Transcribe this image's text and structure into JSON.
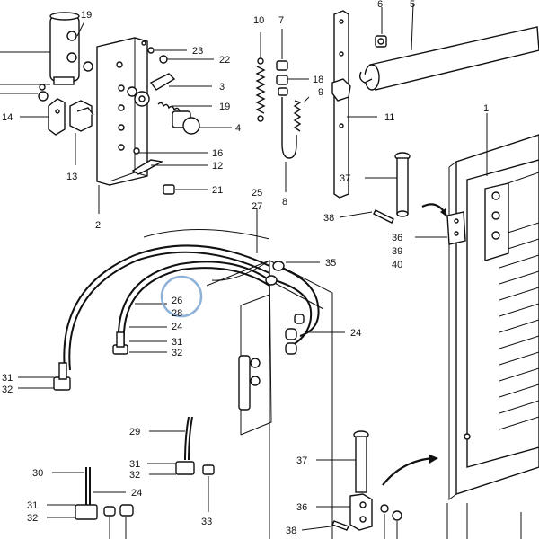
{
  "highlight_color": "#8fb2d9",
  "callouts": [
    {
      "id": "c19a",
      "text": "19"
    },
    {
      "id": "c14",
      "text": "14"
    },
    {
      "id": "c13",
      "text": "13"
    },
    {
      "id": "c2",
      "text": "2"
    },
    {
      "id": "c23",
      "text": "23"
    },
    {
      "id": "c22",
      "text": "22"
    },
    {
      "id": "c3",
      "text": "3"
    },
    {
      "id": "c19b",
      "text": "19"
    },
    {
      "id": "c4",
      "text": "4"
    },
    {
      "id": "c16",
      "text": "16"
    },
    {
      "id": "c12",
      "text": "12"
    },
    {
      "id": "c21",
      "text": "21"
    },
    {
      "id": "c10",
      "text": "10"
    },
    {
      "id": "c7",
      "text": "7"
    },
    {
      "id": "c18",
      "text": "18"
    },
    {
      "id": "c9",
      "text": "9"
    },
    {
      "id": "c8",
      "text": "8"
    },
    {
      "id": "c6",
      "text": "6"
    },
    {
      "id": "c5",
      "text": "5"
    },
    {
      "id": "c11",
      "text": "11"
    },
    {
      "id": "c1",
      "text": "1"
    },
    {
      "id": "c37a",
      "text": "37"
    },
    {
      "id": "c38a",
      "text": "38"
    },
    {
      "id": "c36a",
      "text": "36"
    },
    {
      "id": "c39",
      "text": "39"
    },
    {
      "id": "c40",
      "text": "40"
    },
    {
      "id": "c25",
      "text": "25"
    },
    {
      "id": "c27",
      "text": "27"
    },
    {
      "id": "c35",
      "text": "35"
    },
    {
      "id": "c26",
      "text": "26"
    },
    {
      "id": "c28",
      "text": "28"
    },
    {
      "id": "c24a",
      "text": "24"
    },
    {
      "id": "c31a",
      "text": "31"
    },
    {
      "id": "c32a",
      "text": "32"
    },
    {
      "id": "c24b",
      "text": "24"
    },
    {
      "id": "c31b",
      "text": "31"
    },
    {
      "id": "c32b",
      "text": "32"
    },
    {
      "id": "c29",
      "text": "29"
    },
    {
      "id": "c31c",
      "text": "31"
    },
    {
      "id": "c32c",
      "text": "32"
    },
    {
      "id": "c30",
      "text": "30"
    },
    {
      "id": "c24c",
      "text": "24"
    },
    {
      "id": "c31d",
      "text": "31"
    },
    {
      "id": "c32d",
      "text": "32"
    },
    {
      "id": "c33",
      "text": "33"
    },
    {
      "id": "c37b",
      "text": "37"
    },
    {
      "id": "c36b",
      "text": "36"
    },
    {
      "id": "c38b",
      "text": "38"
    }
  ]
}
